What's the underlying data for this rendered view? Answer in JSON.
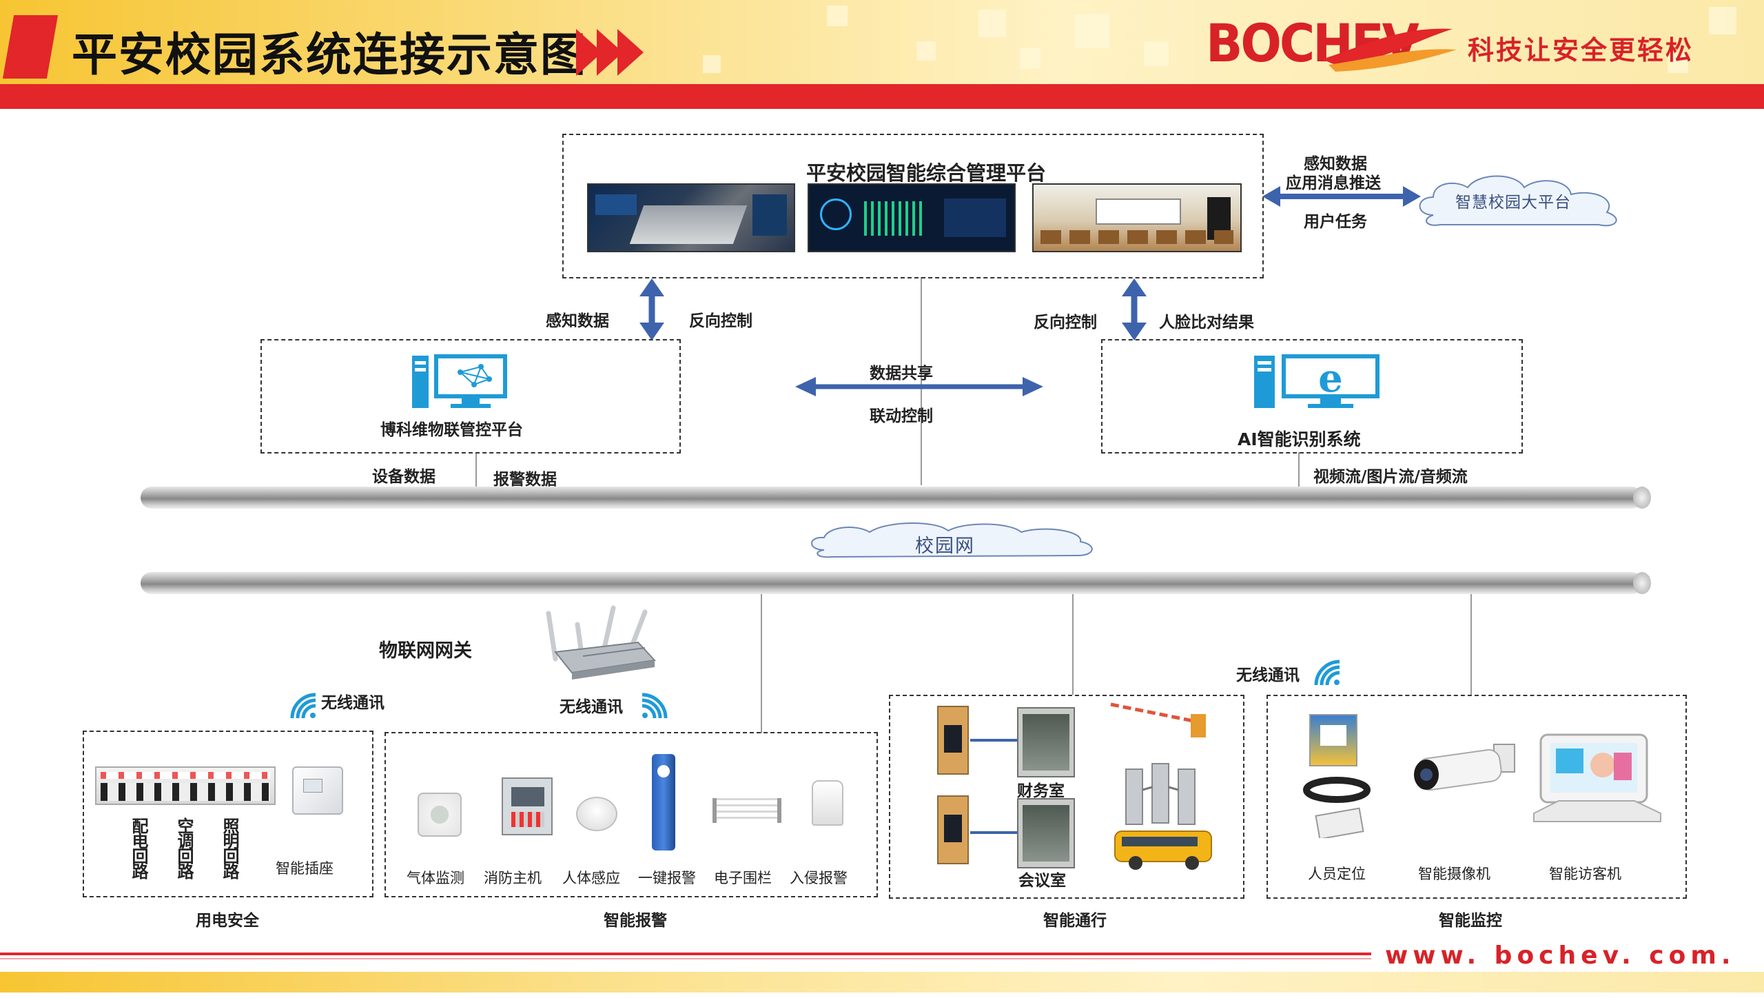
{
  "header": {
    "title": "平安校园系统连接示意图",
    "logo_text": "BOCHEV",
    "slogan": "科技让安全更轻松"
  },
  "footer": {
    "website": "www. bochev. com. cn"
  },
  "colors": {
    "brand_red": "#e2262a",
    "header_gold": "#f7c533",
    "arrow_blue": "#3e63ad",
    "screen_dark": "#0b1a33"
  },
  "platform": {
    "title": "平安校园智能综合管理平台",
    "right_labels": [
      "感知数据",
      "应用消息推送",
      "用户任务"
    ],
    "cloud": "智慧校园大平台"
  },
  "links": {
    "left_up": "感知数据",
    "left_down": "反向控制",
    "right_up": "反向控制",
    "right_down": "人脸比对结果",
    "mid_top": "数据共享",
    "mid_bottom": "联动控制"
  },
  "iot_platform": {
    "title": "博科维物联管控平台",
    "data1": "设备数据",
    "data2": "报警数据"
  },
  "ai_system": {
    "title": "AI智能识别系统",
    "streams": "视频流/图片流/音频流"
  },
  "network": {
    "cloud": "校园网"
  },
  "gateway": {
    "title": "物联网网关",
    "wireless_left": "无线通讯",
    "wireless_mid": "无线通讯",
    "wireless_right": "无线通讯"
  },
  "group_power": {
    "caption": "用电安全",
    "vertical": [
      "配电回路",
      "空调回路",
      "照明回路"
    ],
    "socket": "智能插座"
  },
  "group_alarm": {
    "caption": "智能报警",
    "items": [
      "气体监测",
      "消防主机",
      "人体感应",
      "一键报警",
      "电子围栏",
      "入侵报警"
    ]
  },
  "group_access": {
    "caption": "智能通行",
    "rooms": [
      "财务室",
      "会议室"
    ]
  },
  "group_monitor": {
    "caption": "智能监控",
    "items": [
      "人员定位",
      "智能摄像机",
      "智能访客机"
    ]
  }
}
